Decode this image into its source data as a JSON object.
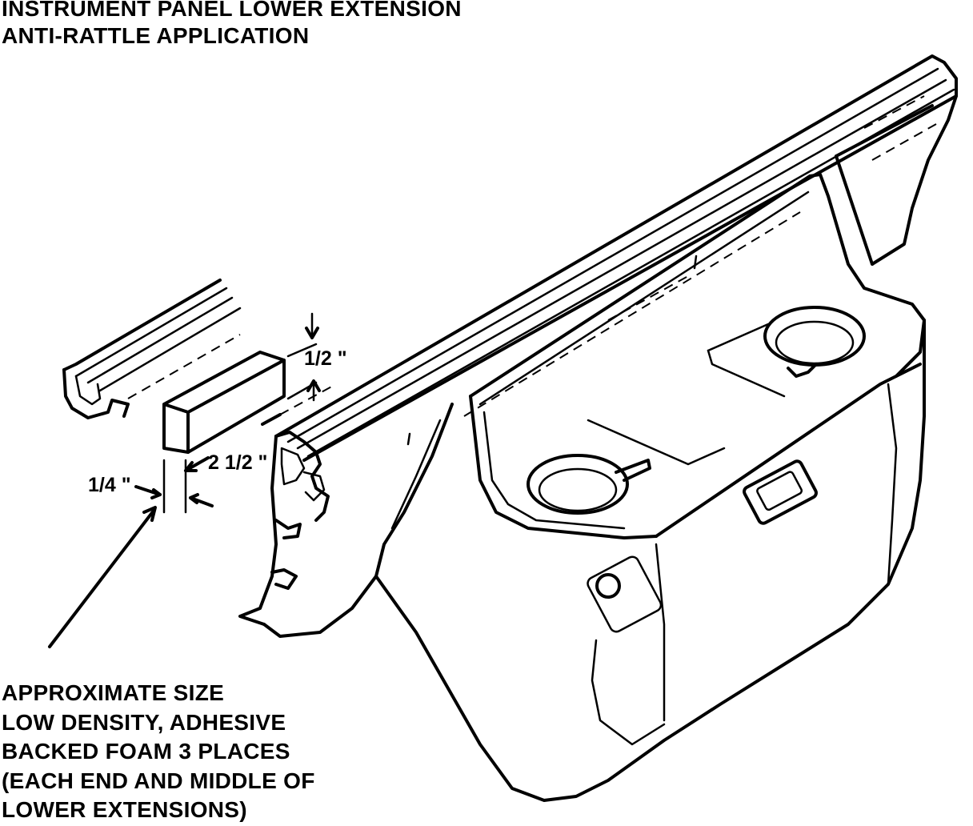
{
  "diagram": {
    "title_lines": [
      "INSTRUMENT PANEL LOWER EXTENSION",
      "ANTI-RATTLE APPLICATION"
    ],
    "dimensions": {
      "height": "1/2 \"",
      "length": "2 1/2 \"",
      "thickness": "1/4 \""
    },
    "note_lines": [
      "APPROXIMATE SIZE",
      "LOW DENSITY, ADHESIVE",
      "BACKED FOAM 3 PLACES",
      "(EACH END AND MIDDLE OF",
      "LOWER EXTENSIONS)"
    ]
  }
}
